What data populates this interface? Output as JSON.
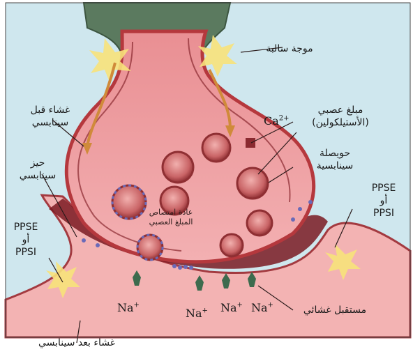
{
  "labels": {
    "negative_wave": "موجة سالبة",
    "neurotransmitter_line1": "مبلغ عصبي",
    "neurotransmitter_line2": "(الأستيلكولين)",
    "synaptic_vesicle_line1": "حويصلة",
    "synaptic_vesicle_line2": "سينابسية",
    "presynaptic_membrane_line1": "غشاء قبل",
    "presynaptic_membrane_line2": "سينابسي",
    "synaptic_cleft_line1": "حيز",
    "synaptic_cleft_line2": "سينابسي",
    "reuptake_line1": "عادة امتصاص",
    "reuptake_line2": "المبلغ العصبي",
    "membrane_receptor": "مستقبل غشائي",
    "postsynaptic_membrane": "غشاء بعد سينابسي",
    "ppse_right": "PPSE",
    "or_right": "أو",
    "ppsi_right": "PPSI",
    "ppse_left": "PPSE",
    "or_left": "أو",
    "ppsi_left": "PPSI"
  },
  "ions": {
    "calcium": "Ca",
    "calcium_charge": "2+",
    "sodium": "Na",
    "sodium_charge": "+"
  },
  "colors": {
    "background": "#cfe7ee",
    "axon_sheath": "#5b7a5f",
    "terminal_fill": "#f0a4a6",
    "terminal_rim": "#b5383d",
    "cleft": "#7a1a22",
    "postsynaptic": "#f3b3b3",
    "vesicle": "#c96466",
    "vesicle_dots": "#6a6ab8",
    "spark": "#f7e27a",
    "arrow": "#d08a3a"
  }
}
